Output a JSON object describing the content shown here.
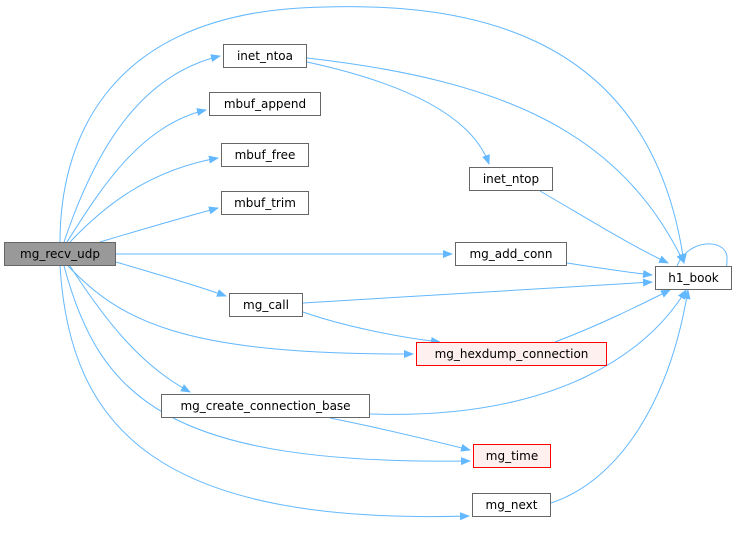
{
  "graph": {
    "edge_color": "#63b8ff",
    "nodes": {
      "mg_recv_udp": {
        "label": "mg_recv_udp",
        "style": "root"
      },
      "inet_ntoa": {
        "label": "inet_ntoa",
        "style": "normal"
      },
      "mbuf_append": {
        "label": "mbuf_append",
        "style": "normal"
      },
      "mbuf_free": {
        "label": "mbuf_free",
        "style": "normal"
      },
      "mbuf_trim": {
        "label": "mbuf_trim",
        "style": "normal"
      },
      "inet_ntop": {
        "label": "inet_ntop",
        "style": "normal"
      },
      "mg_add_conn": {
        "label": "mg_add_conn",
        "style": "normal"
      },
      "h1_book": {
        "label": "h1_book",
        "style": "normal"
      },
      "mg_call": {
        "label": "mg_call",
        "style": "normal"
      },
      "mg_hexdump_connection": {
        "label": "mg_hexdump_connection",
        "style": "warning"
      },
      "mg_create_connection_base": {
        "label": "mg_create_connection_base",
        "style": "normal"
      },
      "mg_time": {
        "label": "mg_time",
        "style": "warning"
      },
      "mg_next": {
        "label": "mg_next",
        "style": "normal"
      }
    },
    "edges": [
      [
        "mg_recv_udp",
        "inet_ntoa"
      ],
      [
        "mg_recv_udp",
        "mbuf_append"
      ],
      [
        "mg_recv_udp",
        "mbuf_free"
      ],
      [
        "mg_recv_udp",
        "mbuf_trim"
      ],
      [
        "mg_recv_udp",
        "mg_add_conn"
      ],
      [
        "mg_recv_udp",
        "mg_call"
      ],
      [
        "mg_recv_udp",
        "mg_hexdump_connection"
      ],
      [
        "mg_recv_udp",
        "mg_create_connection_base"
      ],
      [
        "mg_recv_udp",
        "mg_time"
      ],
      [
        "mg_recv_udp",
        "mg_next"
      ],
      [
        "mg_recv_udp",
        "h1_book"
      ],
      [
        "inet_ntoa",
        "inet_ntop"
      ],
      [
        "inet_ntoa",
        "h1_book"
      ],
      [
        "inet_ntop",
        "h1_book"
      ],
      [
        "mg_add_conn",
        "h1_book"
      ],
      [
        "mg_call",
        "h1_book"
      ],
      [
        "mg_call",
        "mg_hexdump_connection"
      ],
      [
        "mg_hexdump_connection",
        "h1_book"
      ],
      [
        "mg_create_connection_base",
        "h1_book"
      ],
      [
        "mg_create_connection_base",
        "mg_time"
      ],
      [
        "mg_next",
        "h1_book"
      ],
      [
        "h1_book",
        "h1_book"
      ]
    ]
  }
}
